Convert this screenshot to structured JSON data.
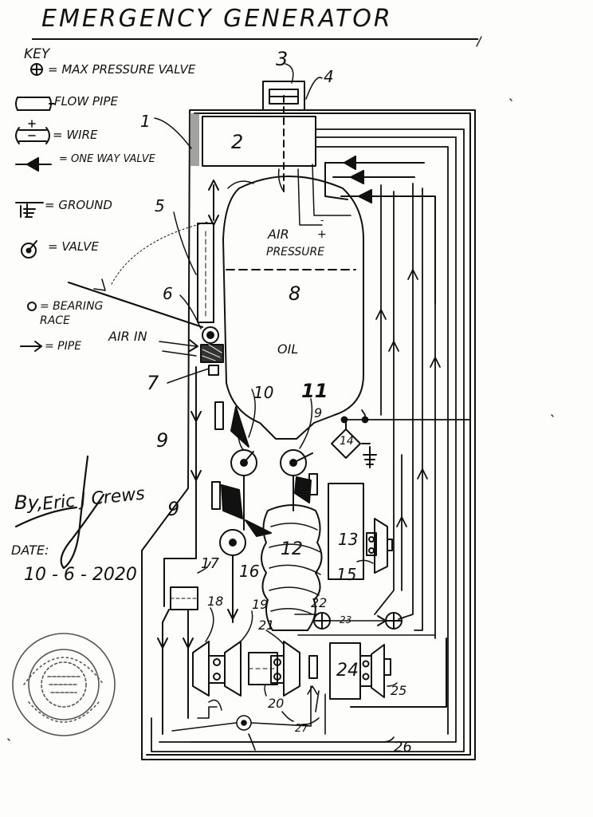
{
  "title": "EMERGENCY GENERATOR",
  "key": {
    "heading": "KEY",
    "items": [
      {
        "label": "= MAX PRESSURE VALVE",
        "icon": "max-pressure-valve-icon"
      },
      {
        "label": "FLOW PIPE",
        "icon": "flow-pipe-icon"
      },
      {
        "label": "= WIRE",
        "icon": "wire-icon"
      },
      {
        "label": "= ONE WAY VALVE",
        "icon": "one-way-valve-icon"
      },
      {
        "label": "= GROUND",
        "icon": "ground-icon"
      },
      {
        "label": "= VALVE",
        "icon": "valve-icon"
      },
      {
        "label": "= BEARING",
        "icon": "bearing-race-icon"
      },
      {
        "label": "RACE",
        "icon": ""
      },
      {
        "label": "= PIPE",
        "icon": "pipe-icon"
      }
    ]
  },
  "diagram_labels": {
    "air_pressure_1": "AIR",
    "air_pressure_2": "PRESSURE",
    "oil": "OIL",
    "air_in": "AIR IN"
  },
  "component_numbers": [
    "1",
    "2",
    "3",
    "4",
    "5",
    "6",
    "7",
    "8",
    "9",
    "9",
    "9",
    "10",
    "11",
    "12",
    "13",
    "14",
    "15",
    "16",
    "17",
    "18",
    "19",
    "20",
    "21",
    "22",
    "23",
    "24",
    "25",
    "26",
    "27"
  ],
  "author": {
    "by": "By,",
    "signature": "Eric J Crews",
    "date_label": "DATE:",
    "date": "10 - 6 - 2020"
  }
}
